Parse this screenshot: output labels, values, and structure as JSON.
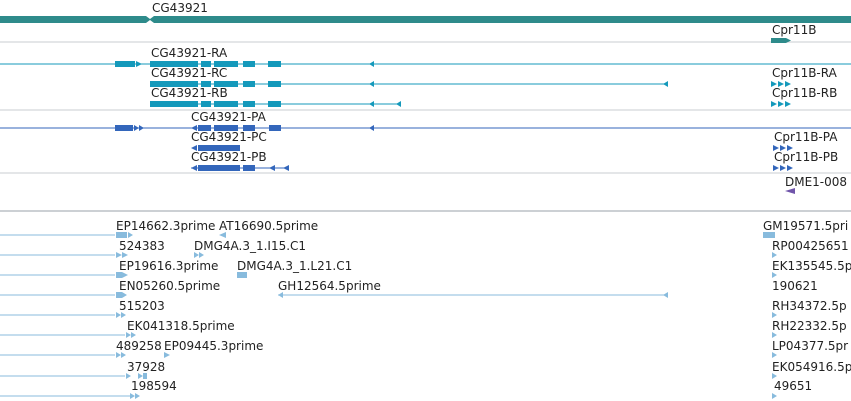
{
  "colors": {
    "gene": "#2e8b8b",
    "transcript_ra": "#1499bb",
    "transcript_pa": "#3366bb",
    "ncrna": "#7055aa",
    "est": "#88bbdd",
    "track_border": "#c8cdd2",
    "text": "#222222"
  },
  "gene_track": {
    "genes": [
      {
        "name": "CG43921",
        "glyph": "gene-bar"
      },
      {
        "name": "Cpr11B",
        "glyph": "gene-arrow"
      }
    ]
  },
  "transcript_track_1": {
    "features": [
      {
        "name": "CG43921-RA",
        "glyph": "transcript"
      },
      {
        "name": "CG43921-RC",
        "glyph": "transcript"
      },
      {
        "name": "CG43921-RB",
        "glyph": "transcript"
      },
      {
        "name": "Cpr11B-RA",
        "glyph": "arrows"
      },
      {
        "name": "Cpr11B-RB",
        "glyph": "arrows"
      }
    ]
  },
  "transcript_track_2": {
    "features": [
      {
        "name": "CG43921-PA",
        "glyph": "transcript"
      },
      {
        "name": "CG43921-PC",
        "glyph": "transcript"
      },
      {
        "name": "CG43921-PB",
        "glyph": "transcript"
      },
      {
        "name": "Cpr11B-PA",
        "glyph": "arrows"
      },
      {
        "name": "Cpr11B-PB",
        "glyph": "arrows"
      }
    ]
  },
  "rna_track": {
    "features": [
      {
        "name": "DME1-008",
        "glyph": "ncrna"
      }
    ]
  },
  "est_track": {
    "features": [
      {
        "name": "EP14662.3prime"
      },
      {
        "name": "AT16690.5prime"
      },
      {
        "name": "GM19571.5pri"
      },
      {
        "name": "524383"
      },
      {
        "name": "DMG4A.3_1.I15.C1"
      },
      {
        "name": "RP00425651"
      },
      {
        "name": "EP19616.3prime"
      },
      {
        "name": "DMG4A.3_1.L21.C1"
      },
      {
        "name": "EK135545.5p"
      },
      {
        "name": "EN05260.5prime"
      },
      {
        "name": "GH12564.5prime"
      },
      {
        "name": "190621"
      },
      {
        "name": "515203"
      },
      {
        "name": "RH34372.5p"
      },
      {
        "name": "EK041318.5prime"
      },
      {
        "name": "RH22332.5p"
      },
      {
        "name": "489258"
      },
      {
        "name": "EP09445.3prime"
      },
      {
        "name": "LP04377.5pr"
      },
      {
        "name": "37928"
      },
      {
        "name": "EK054916.5p"
      },
      {
        "name": "198594"
      },
      {
        "name": "49651"
      }
    ]
  }
}
